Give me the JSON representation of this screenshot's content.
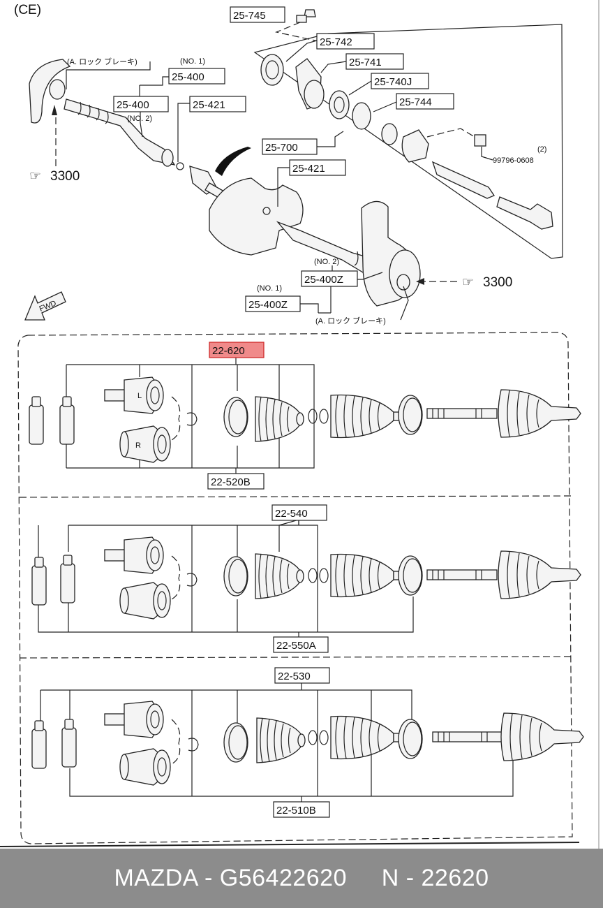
{
  "diagram": {
    "region_code": "(CE)",
    "top_labels": {
      "bolt": "25-745",
      "bearing_seal": "25-742",
      "bracket": "25-741",
      "bearing": "25-740J",
      "oil_seal": "25-744",
      "joint_shaft": "25-700",
      "bolt_spec": "99796-0608",
      "bolt_qty": "(2)",
      "no1": "(NO. 1)",
      "no2": "(NO. 2)",
      "shaft_no1": "25-400",
      "shaft_no2": "25-400",
      "clip_upper": "25-421",
      "clip_lower": "25-421",
      "shaft_no2_lower": "25-400Z",
      "shaft_no1_lower": "25-400Z",
      "lock_brake": "(A. ロック ブレーキ)",
      "ref_left": "3300",
      "ref_right": "3300",
      "fwd": "FWD"
    },
    "kit1": {
      "boot_kit": "22-620",
      "kit": "22-520B",
      "side_L": "L",
      "side_R": "R"
    },
    "kit2": {
      "boot_kit": "22-540",
      "kit": "22-550A"
    },
    "kit3": {
      "boot_kit": "22-530",
      "kit": "22-510B"
    }
  },
  "footer": {
    "text": "MAZDA - G56422620     N - 22620"
  },
  "colors": {
    "highlight": "#f08a8a",
    "footer_bg": "#8c8c8c"
  }
}
